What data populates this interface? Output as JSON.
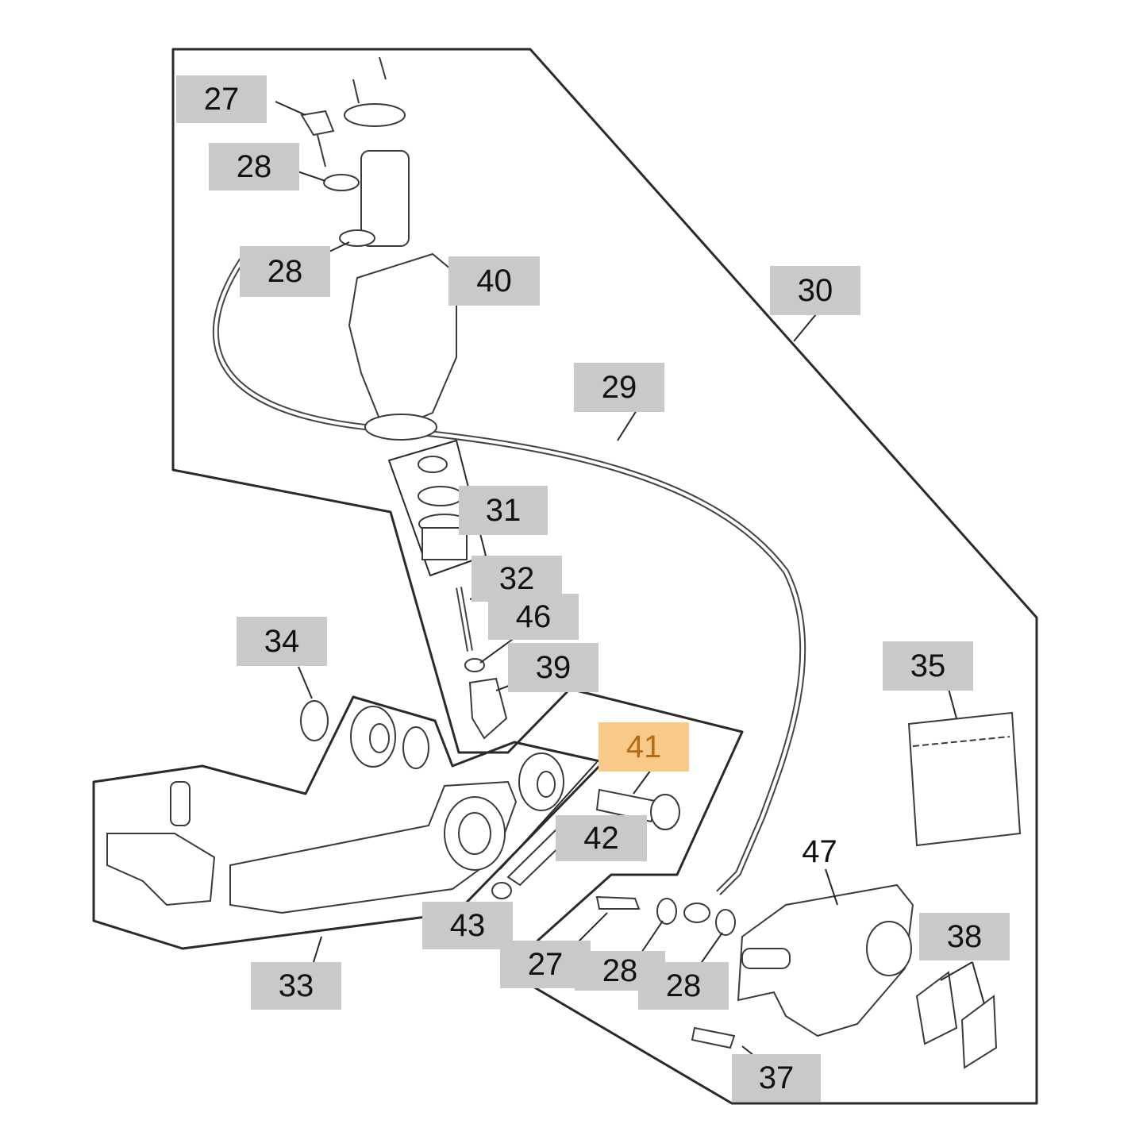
{
  "colors": {
    "label_bg": "#c9c9c9",
    "highlight_bg": "#f9c98a",
    "highlight_text": "#b86a10",
    "line": "#2a2a2a"
  },
  "callouts": {
    "p27_top": "27",
    "p28_a": "28",
    "p28_b": "28",
    "p40": "40",
    "p30": "30",
    "p29": "29",
    "p31": "31",
    "p32": "32",
    "p46": "46",
    "p39": "39",
    "p34": "34",
    "p35": "35",
    "p41": "41",
    "p42": "42",
    "p47": "47",
    "p43": "43",
    "p27_bottom": "27",
    "p28_c": "28",
    "p28_d": "28",
    "p38": "38",
    "p33": "33",
    "p37": "37"
  },
  "highlighted_part": "41",
  "icons": [
    "brake-master-cylinder-icon",
    "brake-hose-icon",
    "brake-pedal-icon",
    "brake-caliper-icon",
    "brake-pads-icon",
    "bolt-icon",
    "washer-icon",
    "bearing-icon",
    "spring-icon",
    "pushrod-icon"
  ]
}
